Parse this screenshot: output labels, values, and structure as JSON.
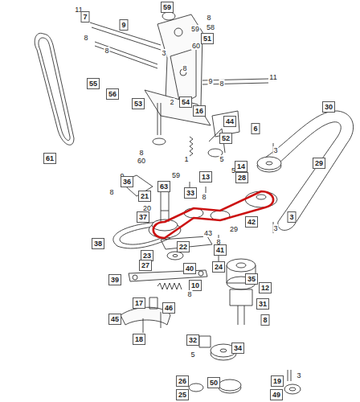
{
  "diagram": {
    "labels": [
      "11",
      "7",
      "59",
      "8",
      "58",
      "9",
      "59",
      "8",
      "51",
      "60",
      "3",
      "8",
      "8",
      "9",
      "8",
      "11",
      "55",
      "56",
      "53",
      "2",
      "54",
      "16",
      "44",
      "6",
      "30",
      "52",
      "8",
      "60",
      "61",
      "59",
      "1",
      "5",
      "59",
      "14",
      "28",
      "3",
      "29",
      "9",
      "36",
      "8",
      "63",
      "13",
      "33",
      "21",
      "8",
      "20",
      "37",
      "42",
      "3",
      "29",
      "3",
      "43",
      "8",
      "38",
      "22",
      "41",
      "23",
      "27",
      "40",
      "24",
      "39",
      "35",
      "10",
      "12",
      "8",
      "17",
      "31",
      "46",
      "8",
      "45",
      "18",
      "32",
      "34",
      "5",
      "26",
      "50",
      "19",
      "3",
      "25",
      "49"
    ]
  }
}
